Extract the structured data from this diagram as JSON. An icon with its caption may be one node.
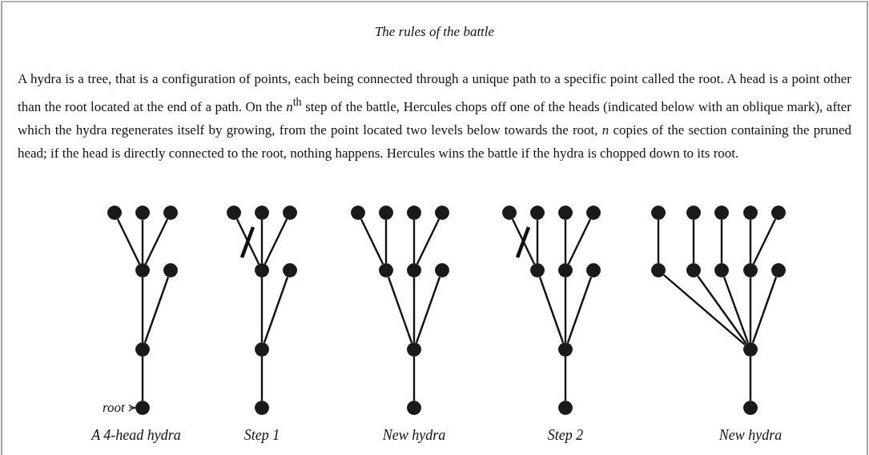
{
  "diagram": {
    "title": "The rules of the battle",
    "nodes": [
      {
        "text": [
          "root"
        ]
      },
      {
        "text": [],
        "shape": "circle"
      },
      {
        "text": [],
        "shape": "circle"
      },
      {
        "text": [],
        "shape": "circle"
      },
      {
        "text": [],
        "shape": "circle"
      },
      {
        "text": [],
        "shape": "circle"
      },
      {
        "text": [],
        "shape": "circle"
      },
      {
        "text": [],
        "shape": "circle"
      },
      {
        "text": [],
        "shape": "circle"
      },
      {
        "text": [],
        "shape": "circle"
      },
      {
        "text": [],
        "shape": "circle"
      },
      {
        "text": [],
        "shape": "circle"
      },
      {
        "text": [],
        "shape": "circle"
      },
      {
        "text": [],
        "shape": "circle"
      },
      {
        "text": [],
        "shape": "circle"
      },
      {
        "text": [],
        "shape": "circle"
      },
      {
        "text": [],
        "shape": "circle"
      },
      {
        "text": [],
        "shape": "circle"
      },
      {
        "text": [],
        "shape": "circle"
      },
      {
        "text": [],
        "shape": "circle"
      },
      {
        "text": [],
        "shape": "circle"
      },
      {
        "text": [],
        "shape": "circle"
      },
      {
        "text": [],
        "shape": "circle"
      },
      {
        "text": [],
        "shape": "circle"
      },
      {
        "text": [],
        "shape": "circle"
      },
      {
        "text": [],
        "shape": "circle"
      },
      {
        "text": [],
        "shape": "circle"
      },
      {
        "text": [],
        "shape": "circle"
      },
      {
        "text": [],
        "shape": "circle"
      },
      {
        "text": [],
        "shape": "circle"
      },
      {
        "text": [],
        "shape": "circle"
      },
      {
        "text": [],
        "shape": "circle"
      },
      {
        "text": [],
        "shape": "circle"
      },
      {
        "text": [],
        "shape": "circle"
      },
      {
        "text": [],
        "shape": "circle"
      },
      {
        "text": [],
        "shape": "circle"
      },
      {
        "text": [],
        "shape": "circle"
      },
      {
        "text": [],
        "shape": "circle"
      },
      {
        "text": [],
        "shape": "circle"
      },
      {
        "text": [],
        "shape": "circle"
      },
      {
        "text": [],
        "shape": "circle"
      },
      {
        "text": [],
        "shape": "circle"
      },
      {
        "text": [],
        "shape": "circle"
      },
      {
        "text": [],
        "shape": "circle"
      },
      {
        "text": [],
        "shape": "circle"
      }
    ],
    "edges": [
      {
        "from": 0,
        "to": 7,
        "arrow": "to"
      },
      {
        "from": 1,
        "to": 4,
        "arrow": "none"
      },
      {
        "from": 2,
        "to": 4,
        "arrow": "none"
      },
      {
        "from": 3,
        "to": 4,
        "arrow": "none"
      },
      {
        "from": 4,
        "to": 6,
        "arrow": "none"
      },
      {
        "from": 5,
        "to": 6,
        "arrow": "none"
      },
      {
        "from": 6,
        "to": 7,
        "arrow": "none"
      },
      {
        "from": 8,
        "to": 11,
        "arrow": "none"
      },
      {
        "from": 9,
        "to": 11,
        "arrow": "none"
      },
      {
        "from": 10,
        "to": 11,
        "arrow": "none"
      },
      {
        "from": 11,
        "to": 13,
        "arrow": "none"
      },
      {
        "from": 12,
        "to": 13,
        "arrow": "none"
      },
      {
        "from": 13,
        "to": 14,
        "arrow": "none"
      },
      {
        "from": 15,
        "to": 19,
        "arrow": "none"
      },
      {
        "from": 16,
        "to": 19,
        "arrow": "none"
      },
      {
        "from": 17,
        "to": 20,
        "arrow": "none"
      },
      {
        "from": 18,
        "to": 20,
        "arrow": "none"
      },
      {
        "from": 19,
        "to": 22,
        "arrow": "none"
      },
      {
        "from": 20,
        "to": 22,
        "arrow": "none"
      },
      {
        "from": 21,
        "to": 22,
        "arrow": "none"
      },
      {
        "from": 22,
        "to": 23,
        "arrow": "none"
      },
      {
        "from": 24,
        "to": 28,
        "arrow": "none"
      },
      {
        "from": 25,
        "to": 28,
        "arrow": "none"
      },
      {
        "from": 26,
        "to": 29,
        "arrow": "none"
      },
      {
        "from": 27,
        "to": 29,
        "arrow": "none"
      },
      {
        "from": 28,
        "to": 31,
        "arrow": "none"
      },
      {
        "from": 29,
        "to": 31,
        "arrow": "none"
      },
      {
        "from": 30,
        "to": 31,
        "arrow": "none"
      },
      {
        "from": 31,
        "to": 32,
        "arrow": "none"
      },
      {
        "from": 33,
        "to": 38,
        "arrow": "none"
      },
      {
        "from": 34,
        "to": 39,
        "arrow": "none"
      },
      {
        "from": 35,
        "to": 40,
        "arrow": "none"
      },
      {
        "from": 36,
        "to": 41,
        "arrow": "none"
      },
      {
        "from": 37,
        "to": 41,
        "arrow": "none"
      },
      {
        "from": 38,
        "to": 43,
        "arrow": "none"
      },
      {
        "from": 39,
        "to": 43,
        "arrow": "none"
      },
      {
        "from": 40,
        "to": 43,
        "arrow": "none"
      },
      {
        "from": 41,
        "to": 43,
        "arrow": "none"
      },
      {
        "from": 42,
        "to": 43,
        "arrow": "none"
      },
      {
        "from": 43,
        "to": 44,
        "arrow": "none"
      }
    ],
    "labels": [
      "A hydra is a tree, that is a configuration of points, each being connected through a unique path to a specific point called the root. A head is a point other than the root located at the end of a path. On the *n*$^{th}$ step of the battle, Hercules chops off one of the heads (indicated below with an oblique mark), after which the hydra regenerates itself by growing, from the point located two levels below towards the root, *n* copies of the section containing the pruned head; if the head is directly connected to the root, nothing happens. Hercules wins the battle if the hydra is chopped down to its root.",
      "A 4-head hydra",
      "Step 1",
      "New hydra",
      "Step 2",
      "New hydra"
    ]
  }
}
